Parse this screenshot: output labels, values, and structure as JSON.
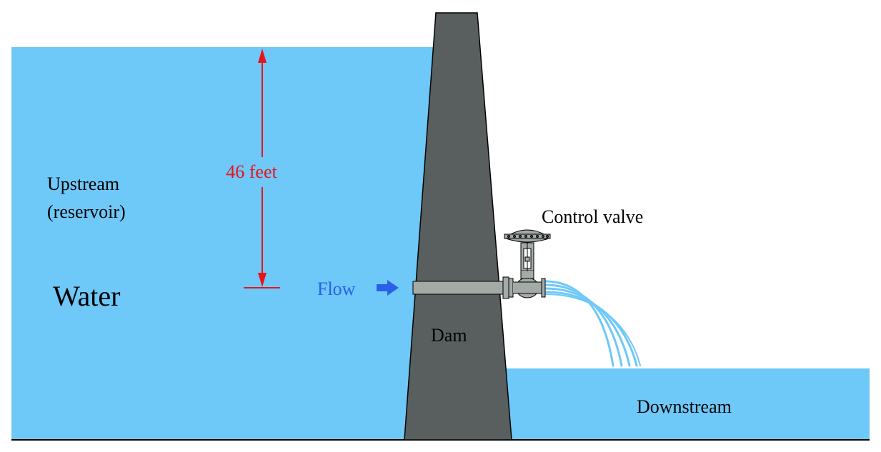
{
  "diagram": {
    "labels": {
      "upstream": "Upstream",
      "reservoir": "(reservoir)",
      "water": "Water",
      "height": "46 feet",
      "flow": "Flow",
      "dam": "Dam",
      "control_valve": "Control valve",
      "downstream": "Downstream"
    },
    "colors": {
      "water": "#6ec8f8",
      "dam": "#595f5f",
      "pipe": "#a4aaa6",
      "dimension": "#e8141c",
      "flow": "#2a60e8",
      "text": "#000000"
    }
  }
}
